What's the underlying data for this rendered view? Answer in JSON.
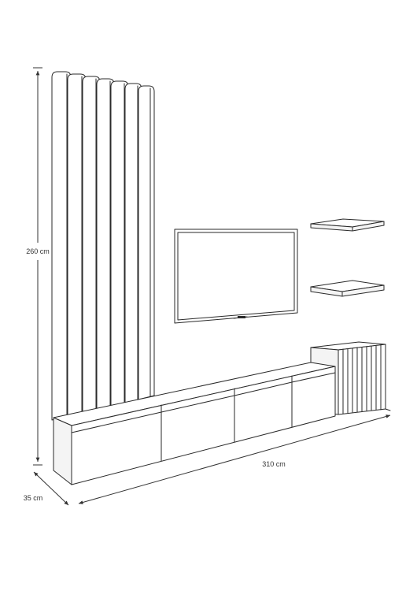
{
  "dimensions": {
    "height": "260 cm",
    "width": "310 cm",
    "depth": "35 cm"
  }
}
